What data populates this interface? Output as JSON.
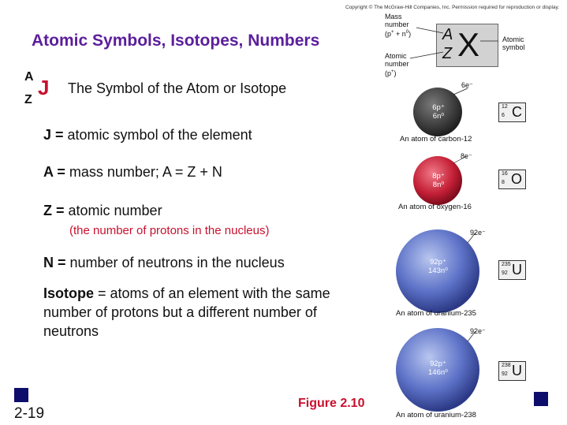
{
  "copyright": "Copyright © The McGraw-Hill Companies, Inc. Permission required for reproduction or display.",
  "title": "Atomic Symbols, Isotopes, Numbers",
  "symbol": {
    "a": "A",
    "z": "Z",
    "j": "J",
    "desc": "The Symbol of the Atom or Isotope"
  },
  "defs": {
    "j_key": "J =",
    "j_text": " atomic symbol of the element",
    "a_key": "A =",
    "a_text": " mass number;  A = Z + N",
    "z_key": "Z =",
    "z_text": " atomic number",
    "z_note": "(the number of protons in the nucleus)",
    "n_key": "N =",
    "n_text": " number of neutrons in the nucleus",
    "iso_key": "Isotope",
    "iso_text": " = atoms of an element with the same number of protons but a different number of neutrons"
  },
  "figure_label": "Figure 2.10",
  "slide_number": "2-19",
  "notation": {
    "mass_label": [
      "Mass",
      "number",
      "(p+ + n0)"
    ],
    "atomic_label": [
      "Atomic",
      "number",
      "(p+)"
    ],
    "symbol_label": [
      "Atomic",
      "symbol"
    ],
    "a": "A",
    "z": "Z",
    "x": "X"
  },
  "atoms": [
    {
      "electrons": "6e⁻",
      "protons": "6p⁺",
      "neutrons": "6n⁰",
      "caption": "An atom of carbon-12",
      "mass": "12",
      "number": "6",
      "element": "C"
    },
    {
      "electrons": "8e⁻",
      "protons": "8p⁺",
      "neutrons": "8n⁰",
      "caption": "An atom of oxygen-16",
      "mass": "16",
      "number": "8",
      "element": "O"
    },
    {
      "electrons": "92e⁻",
      "protons": "92p⁺",
      "neutrons": "143n⁰",
      "caption": "An atom of uranium-235",
      "mass": "235",
      "number": "92",
      "element": "U"
    },
    {
      "electrons": "92e⁻",
      "protons": "92p⁺",
      "neutrons": "146n⁰",
      "caption": "An atom of uranium-238",
      "mass": "238",
      "number": "92",
      "element": "U"
    }
  ],
  "colors": {
    "title": "#5b1e9b",
    "accent_red": "#c8102e",
    "navy": "#0d0d6b"
  }
}
